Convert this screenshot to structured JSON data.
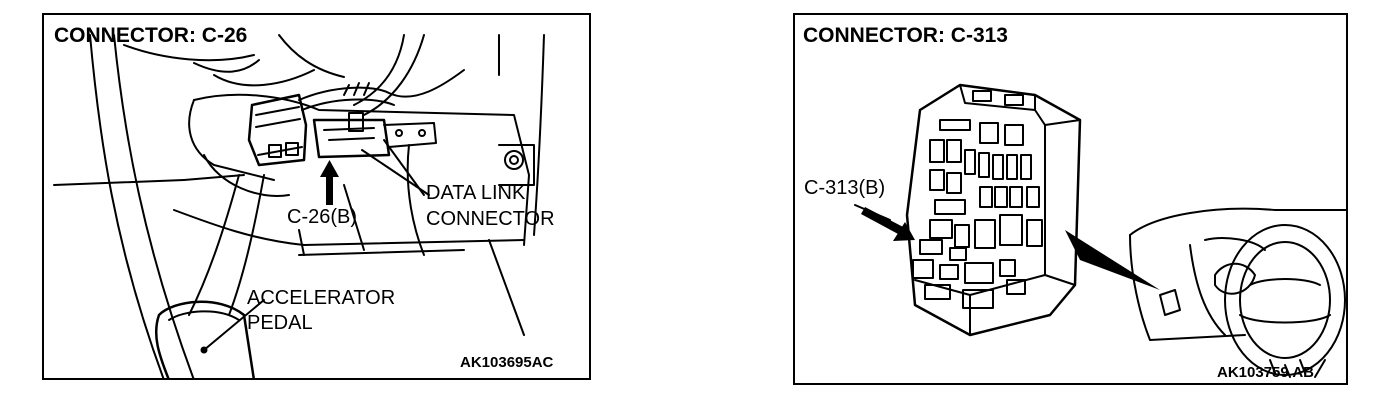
{
  "left_figure": {
    "title": "CONNECTOR: C-26",
    "connector_label": "C-26(B)",
    "data_link_line1": "DATA  LINK",
    "data_link_line2": "CONNECTOR",
    "pedal_line1": "ACCELERATOR",
    "pedal_line2": "PEDAL",
    "figure_code": "AK103695AC"
  },
  "right_figure": {
    "title": "CONNECTOR: C-313",
    "connector_label": "C-313(B)",
    "figure_code": "AK103759 AB"
  }
}
